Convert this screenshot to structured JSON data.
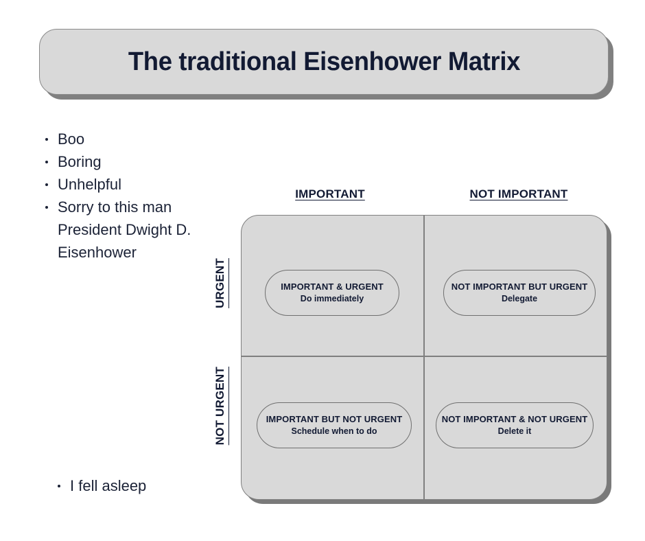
{
  "slide": {
    "title": "The traditional Eisenhower Matrix"
  },
  "bullets_main": [
    {
      "text": "Boo"
    },
    {
      "text": "Boring"
    },
    {
      "text": "Unhelpful"
    },
    {
      "text": "Sorry to this man President Dwight D. Eisenhower"
    }
  ],
  "bullets_bottom": [
    {
      "text": "I fell asleep"
    }
  ],
  "matrix": {
    "column_headers": [
      {
        "label": "IMPORTANT"
      },
      {
        "label": "NOT IMPORTANT"
      }
    ],
    "row_headers": [
      {
        "label": "URGENT"
      },
      {
        "label": "NOT URGENT"
      }
    ],
    "quadrants": [
      {
        "title": "IMPORTANT & URGENT",
        "action": "Do immediately"
      },
      {
        "title": "NOT IMPORTANT BUT URGENT",
        "action": "Delegate"
      },
      {
        "title": "IMPORTANT BUT NOT URGENT",
        "action": "Schedule when to do"
      },
      {
        "title": "NOT IMPORTANT & NOT URGENT",
        "action": "Delete it"
      }
    ]
  },
  "colors": {
    "panel_fill": "#d9d9d9",
    "panel_border": "#7f7f7f",
    "shadow": "#7a7a7a",
    "text": "#121a33",
    "page_background": "#ffffff"
  }
}
